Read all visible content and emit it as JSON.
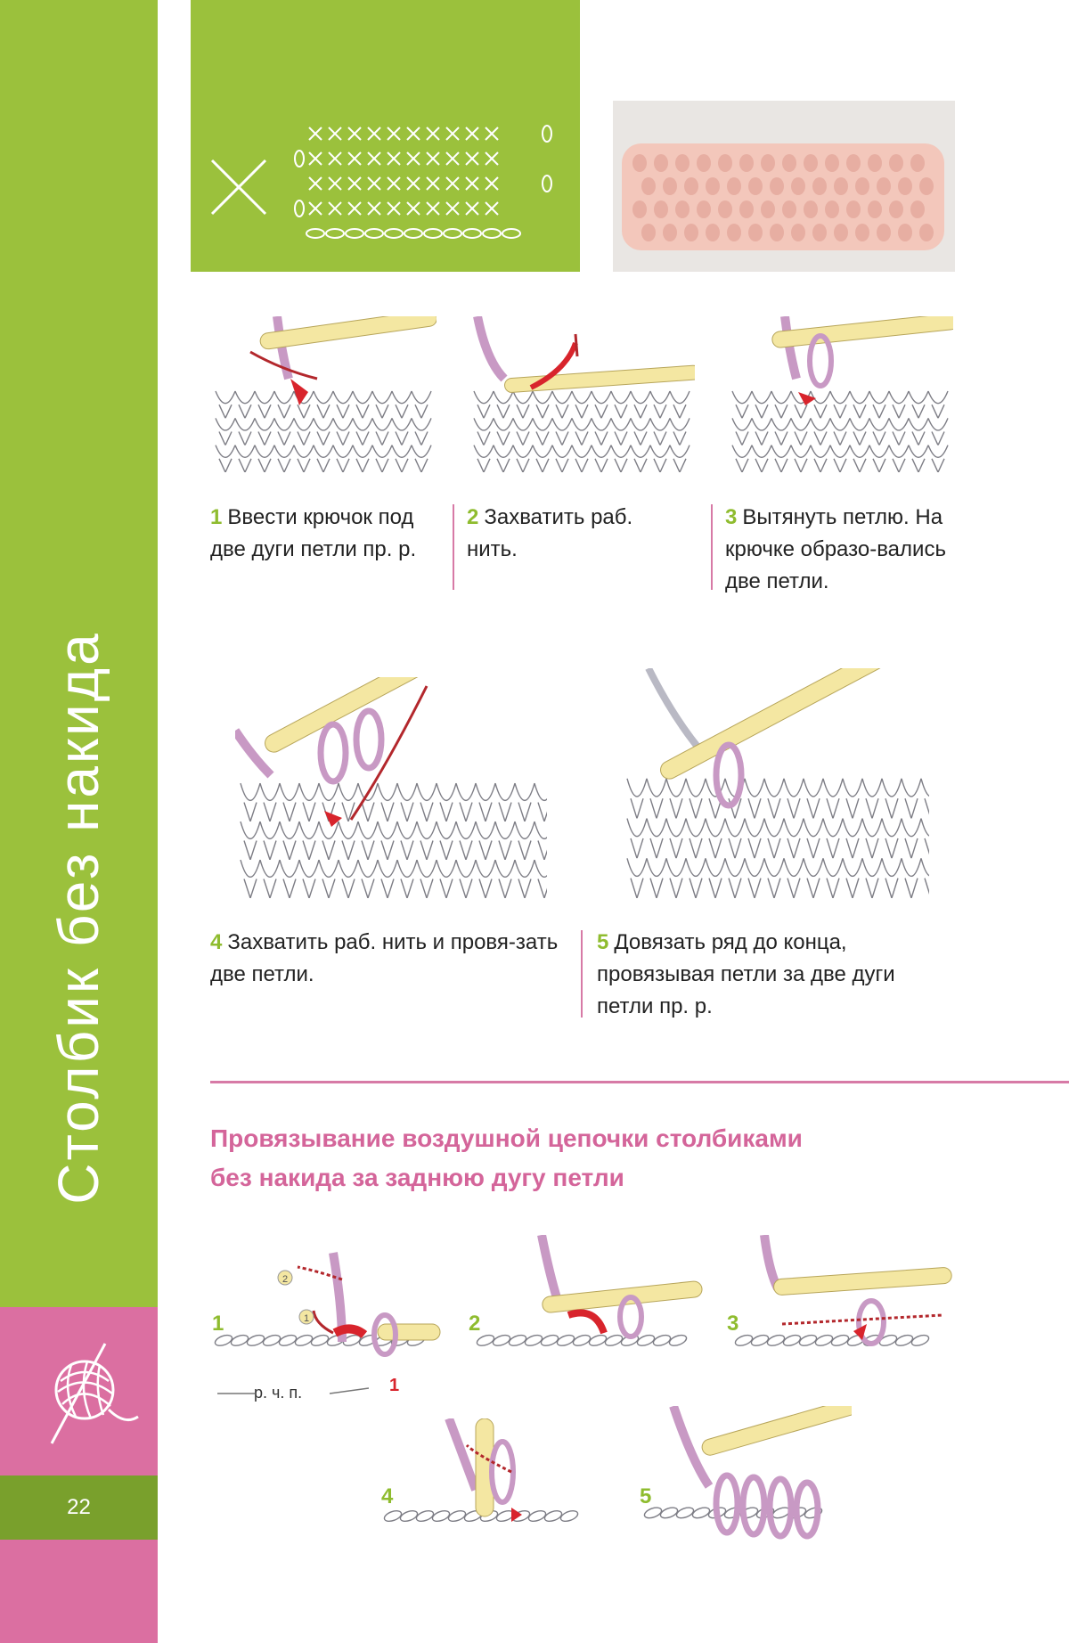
{
  "page": {
    "title": "Столбик без накида",
    "page_number": "22"
  },
  "steps": [
    {
      "num": "1",
      "text": "Ввести крючок под две дуги петли пр. р."
    },
    {
      "num": "2",
      "text": "Захватить раб. нить."
    },
    {
      "num": "3",
      "text": "Вытянуть петлю. На крючке образо-вались две петли."
    },
    {
      "num": "4",
      "text": "Захватить раб. нить и провя-зать две петли."
    },
    {
      "num": "5",
      "text": "Довязать ряд до конца, провязывая петли за две дуги петли пр. р."
    }
  ],
  "section": {
    "heading_line1": "Провязывание воздушной цепочки столбиками",
    "heading_line2": "без накида за заднюю дугу петли"
  },
  "chain_steps": [
    {
      "num": "1"
    },
    {
      "num": "2"
    },
    {
      "num": "3"
    },
    {
      "num": "4"
    },
    {
      "num": "5"
    }
  ],
  "chain_annotations": {
    "rchp_label": "р. ч. п.",
    "red_marker": "1",
    "circle_1": "1",
    "circle_2": "2"
  },
  "colors": {
    "green": "#9bc13c",
    "pink": "#db6fa1",
    "hook": "#f4e7a2",
    "yarn": "#c899c4",
    "red": "#d8242c"
  }
}
